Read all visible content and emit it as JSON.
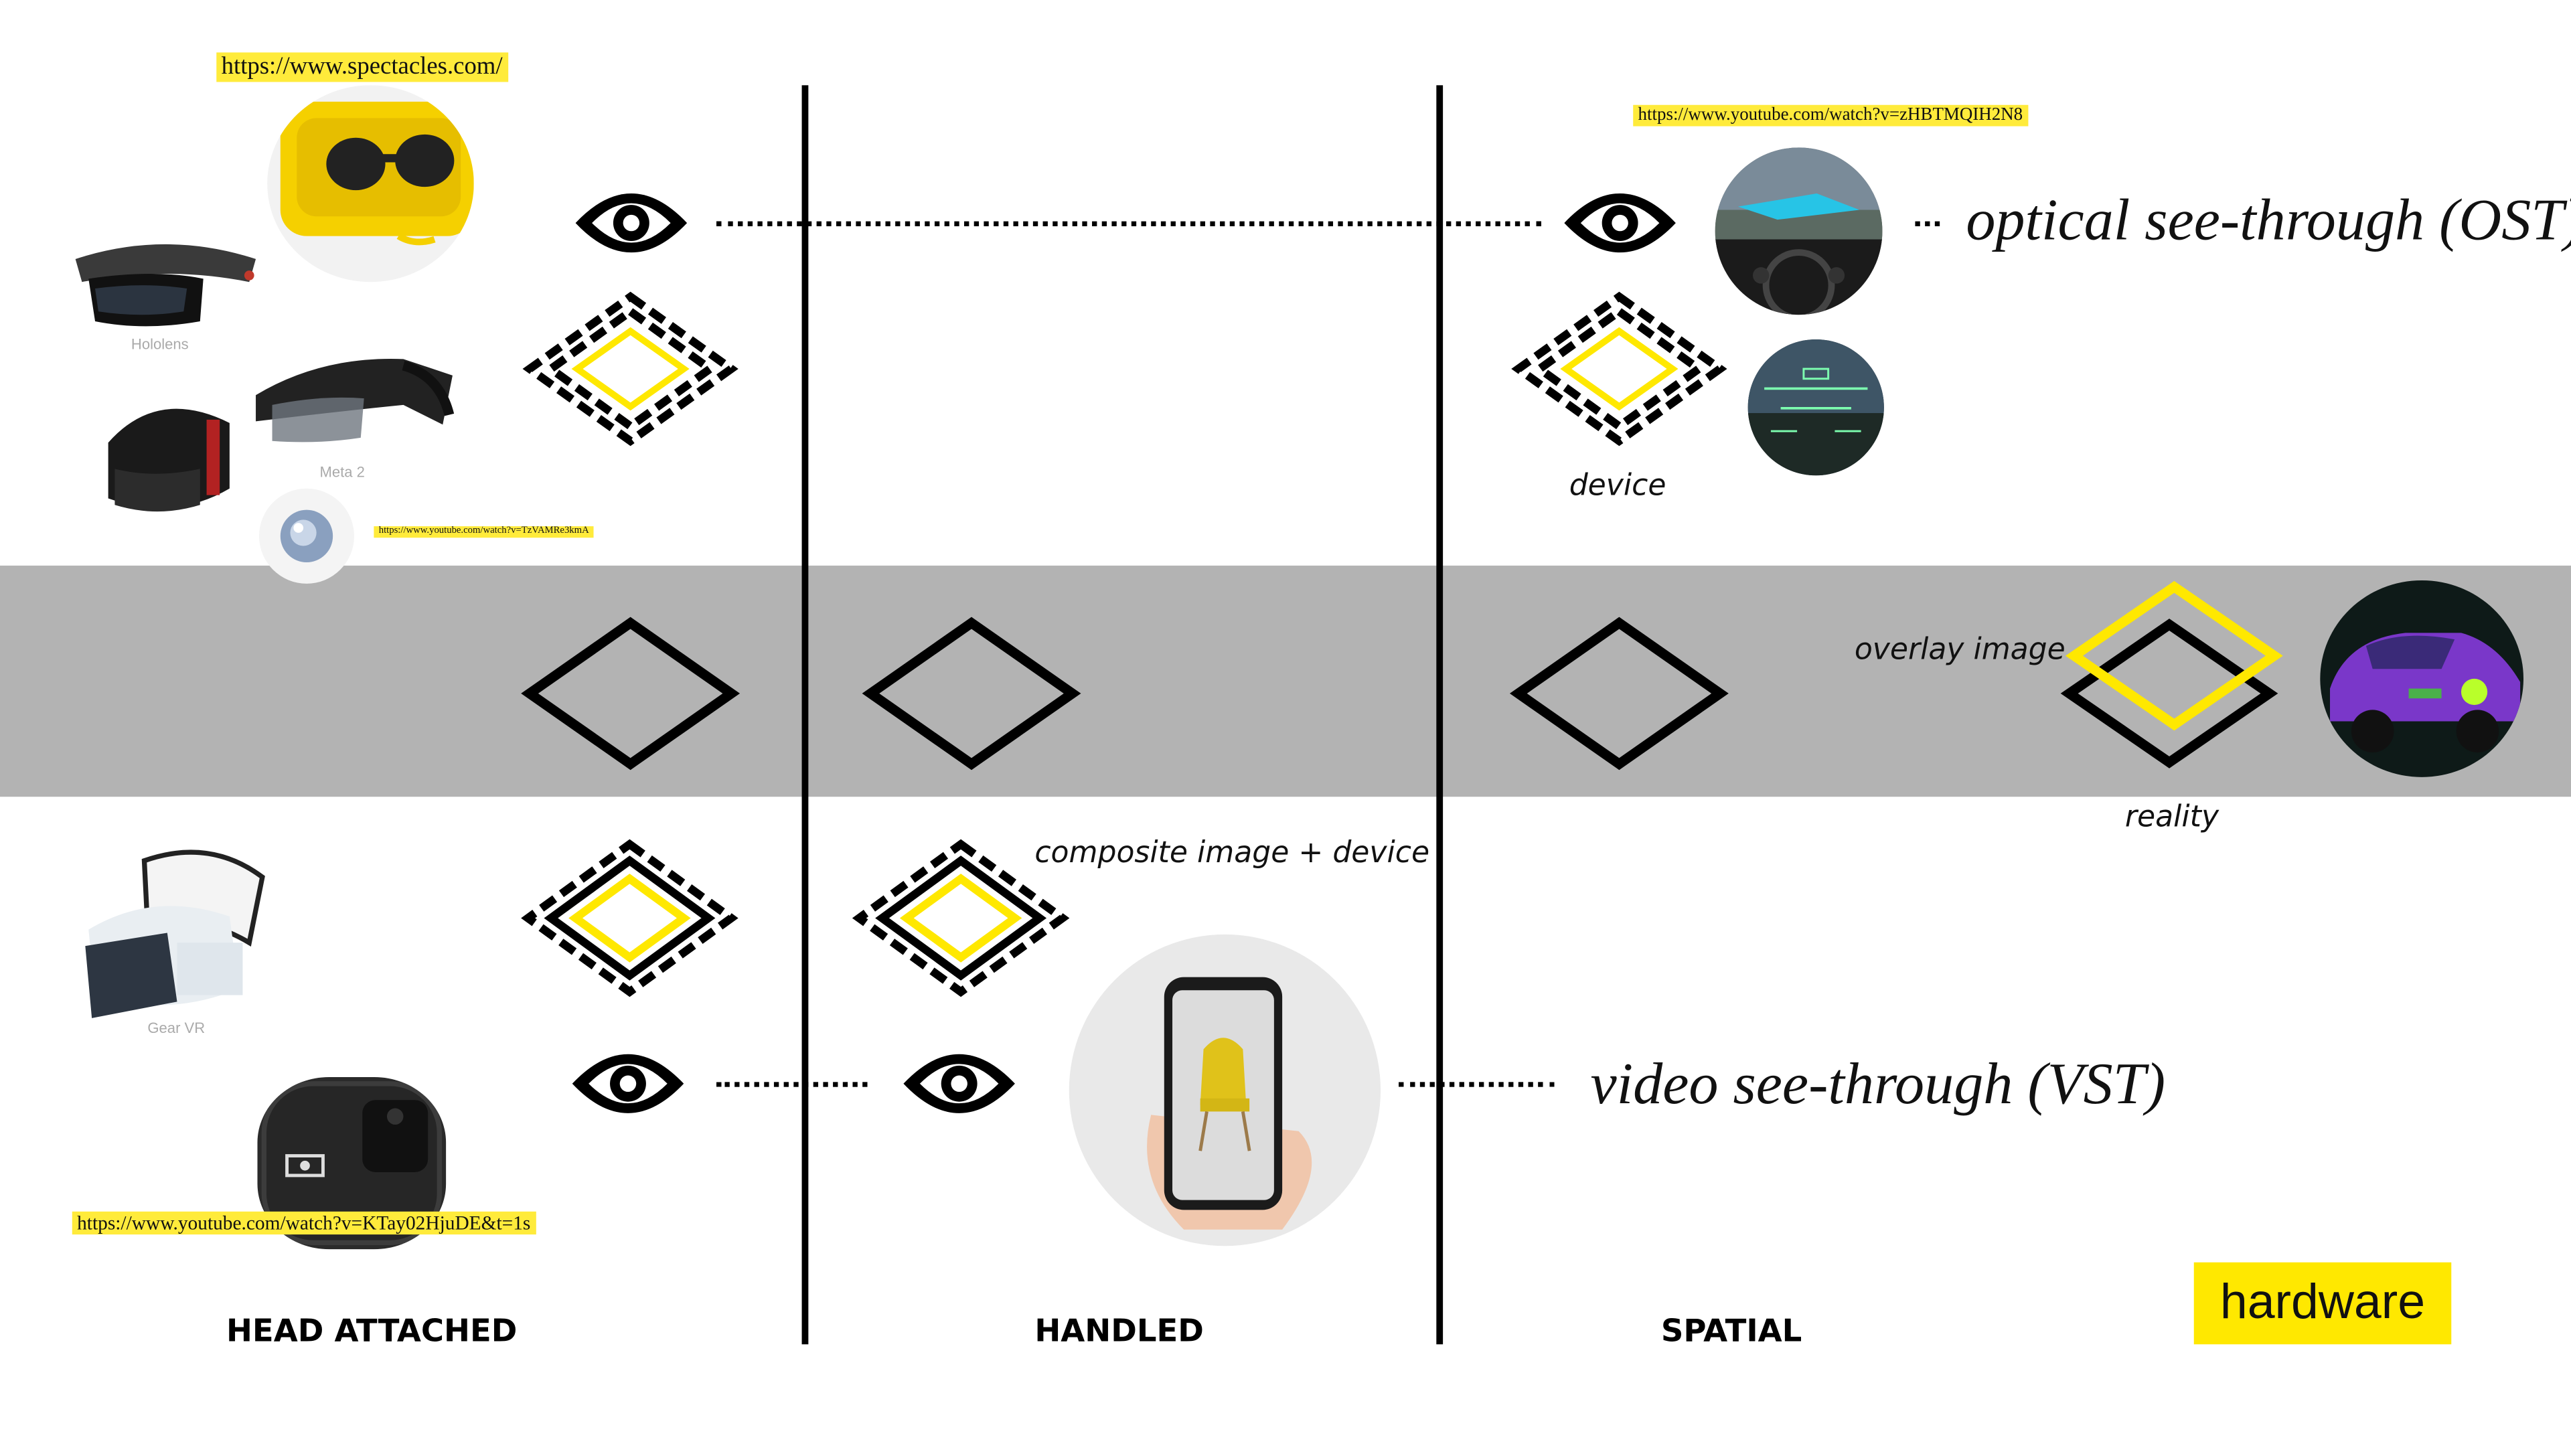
{
  "urls": {
    "spectacles": "https://www.spectacles.com/",
    "ost_video": "https://www.youtube.com/watch?v=zHBTMQIH2N8",
    "lens_video": "https://www.youtube.com/watch?v=TzVAMRe3kmA",
    "vst_video": "https://www.youtube.com/watch?v=KTay02HjuDE&t=1s"
  },
  "columns": {
    "head_attached": "HEAD ATTACHED",
    "handled": "HANDLED",
    "spatial": "SPATIAL"
  },
  "modes": {
    "ost": "optical see-through (OST)",
    "vst": "video see-through (VST)"
  },
  "labels": {
    "device": "device",
    "overlay_image": "overlay image",
    "reality": "reality",
    "composite": "composite image + device"
  },
  "device_captions": {
    "hololens": "Hololens",
    "meta2": "Meta 2",
    "gearvr": "Gear VR"
  },
  "badge": "hardware",
  "colors": {
    "accent_yellow": "#ffe800",
    "band_gray": "#b3b3b3",
    "ink": "#000000"
  },
  "icons": [
    "eye-icon",
    "display-stack-icon",
    "reality-diamond-icon",
    "overlay-diamonds-icon"
  ]
}
